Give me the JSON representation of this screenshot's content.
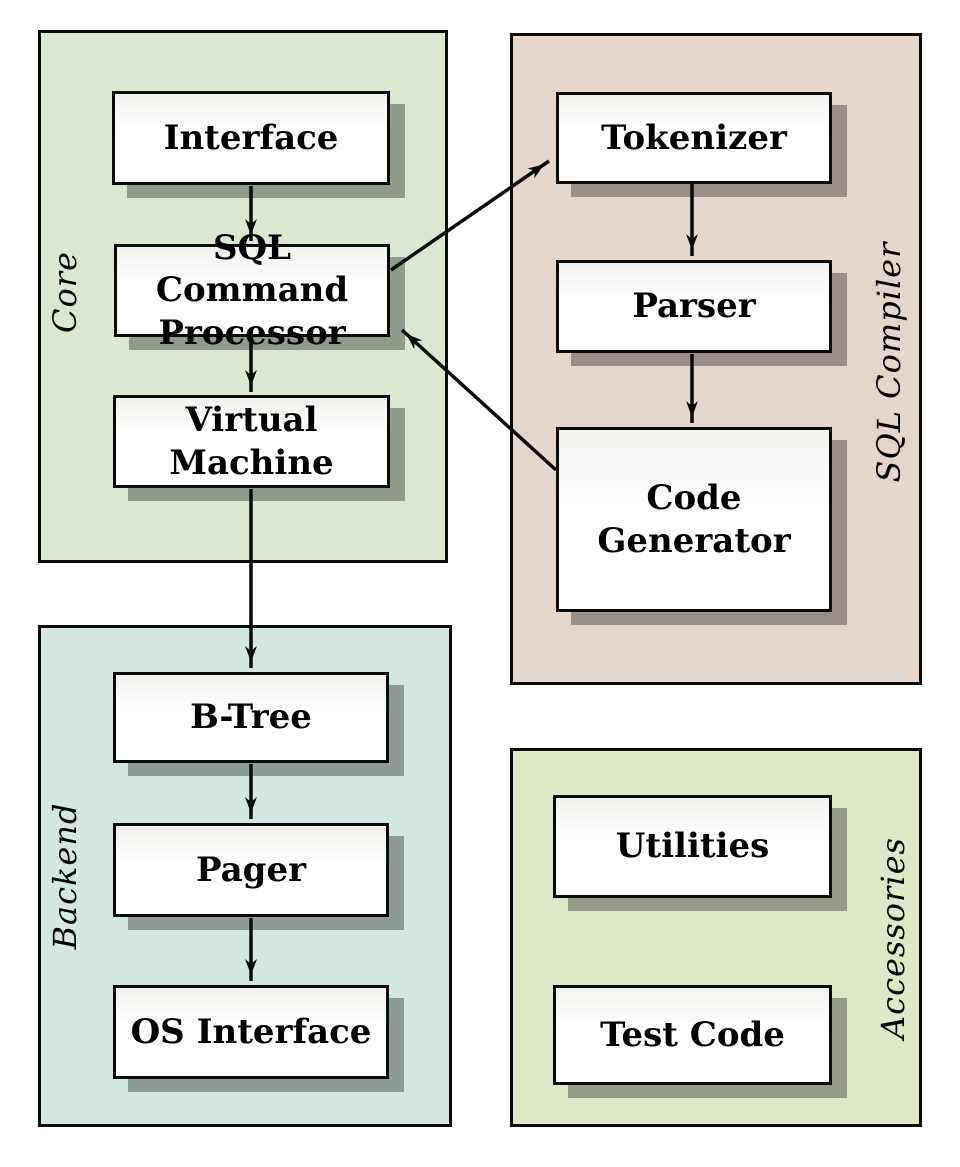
{
  "diagram": {
    "groups": [
      {
        "id": "core",
        "label": "Core",
        "color": "#d9e8cf",
        "boxes": [
          {
            "id": "interface",
            "label": "Interface"
          },
          {
            "id": "sql-command-processor",
            "label": "SQL Command\nProcessor"
          },
          {
            "id": "virtual-machine",
            "label": "Virtual Machine"
          }
        ]
      },
      {
        "id": "sql-compiler",
        "label": "SQL Compiler",
        "color": "#e5d6cb",
        "boxes": [
          {
            "id": "tokenizer",
            "label": "Tokenizer"
          },
          {
            "id": "parser",
            "label": "Parser"
          },
          {
            "id": "code-generator",
            "label": "Code\nGenerator"
          }
        ]
      },
      {
        "id": "backend",
        "label": "Backend",
        "color": "#d3e7e2",
        "boxes": [
          {
            "id": "b-tree",
            "label": "B-Tree"
          },
          {
            "id": "pager",
            "label": "Pager"
          },
          {
            "id": "os-interface",
            "label": "OS Interface"
          }
        ]
      },
      {
        "id": "accessories",
        "label": "Accessories",
        "color": "#dfe8c6",
        "boxes": [
          {
            "id": "utilities",
            "label": "Utilities"
          },
          {
            "id": "test-code",
            "label": "Test Code"
          }
        ]
      }
    ],
    "connections": [
      {
        "from": "interface",
        "to": "sql-command-processor"
      },
      {
        "from": "sql-command-processor",
        "to": "virtual-machine"
      },
      {
        "from": "virtual-machine",
        "to": "b-tree"
      },
      {
        "from": "b-tree",
        "to": "pager"
      },
      {
        "from": "pager",
        "to": "os-interface"
      },
      {
        "from": "sql-command-processor",
        "to": "tokenizer"
      },
      {
        "from": "tokenizer",
        "to": "parser"
      },
      {
        "from": "parser",
        "to": "code-generator"
      },
      {
        "from": "code-generator",
        "to": "sql-command-processor"
      }
    ],
    "box_border_color": "#0a0a0a",
    "shadow_color": "#8f9b95",
    "text_color": "#000000"
  }
}
